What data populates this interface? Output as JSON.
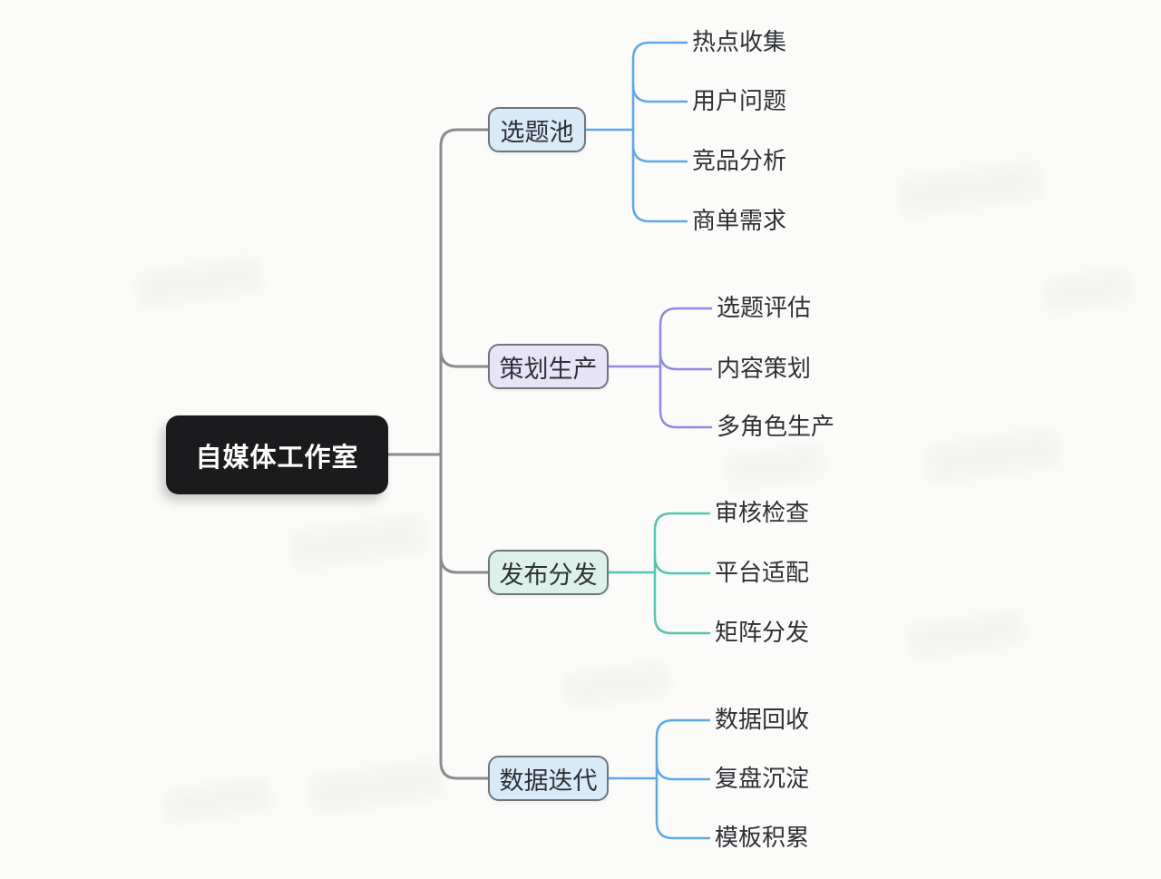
{
  "diagram": {
    "background": "#fbfbf9",
    "trunk_color": "#8b8b90",
    "node_border_color": "#70757c",
    "text_color": "#2e3136",
    "root": {
      "label": "自媒体工作室",
      "bg": "#1b1b1d",
      "text_color": "#ffffff"
    },
    "branches": [
      {
        "label": "选题池",
        "fill": "#d9eaf9",
        "line": "#5fa8e8",
        "children": [
          "热点收集",
          "用户问题",
          "竞品分析",
          "商单需求"
        ]
      },
      {
        "label": "策划生产",
        "fill": "#e8e4f8",
        "line": "#8f8be4",
        "children": [
          "选题评估",
          "内容策划",
          "多角色生产"
        ]
      },
      {
        "label": "发布分发",
        "fill": "#dcf2e9",
        "line": "#57c4ad",
        "children": [
          "审核检查",
          "平台适配",
          "矩阵分发"
        ]
      },
      {
        "label": "数据迭代",
        "fill": "#d9eaf9",
        "line": "#5fa8e8",
        "children": [
          "数据回收",
          "复盘沉淀",
          "模板积累"
        ]
      }
    ]
  }
}
